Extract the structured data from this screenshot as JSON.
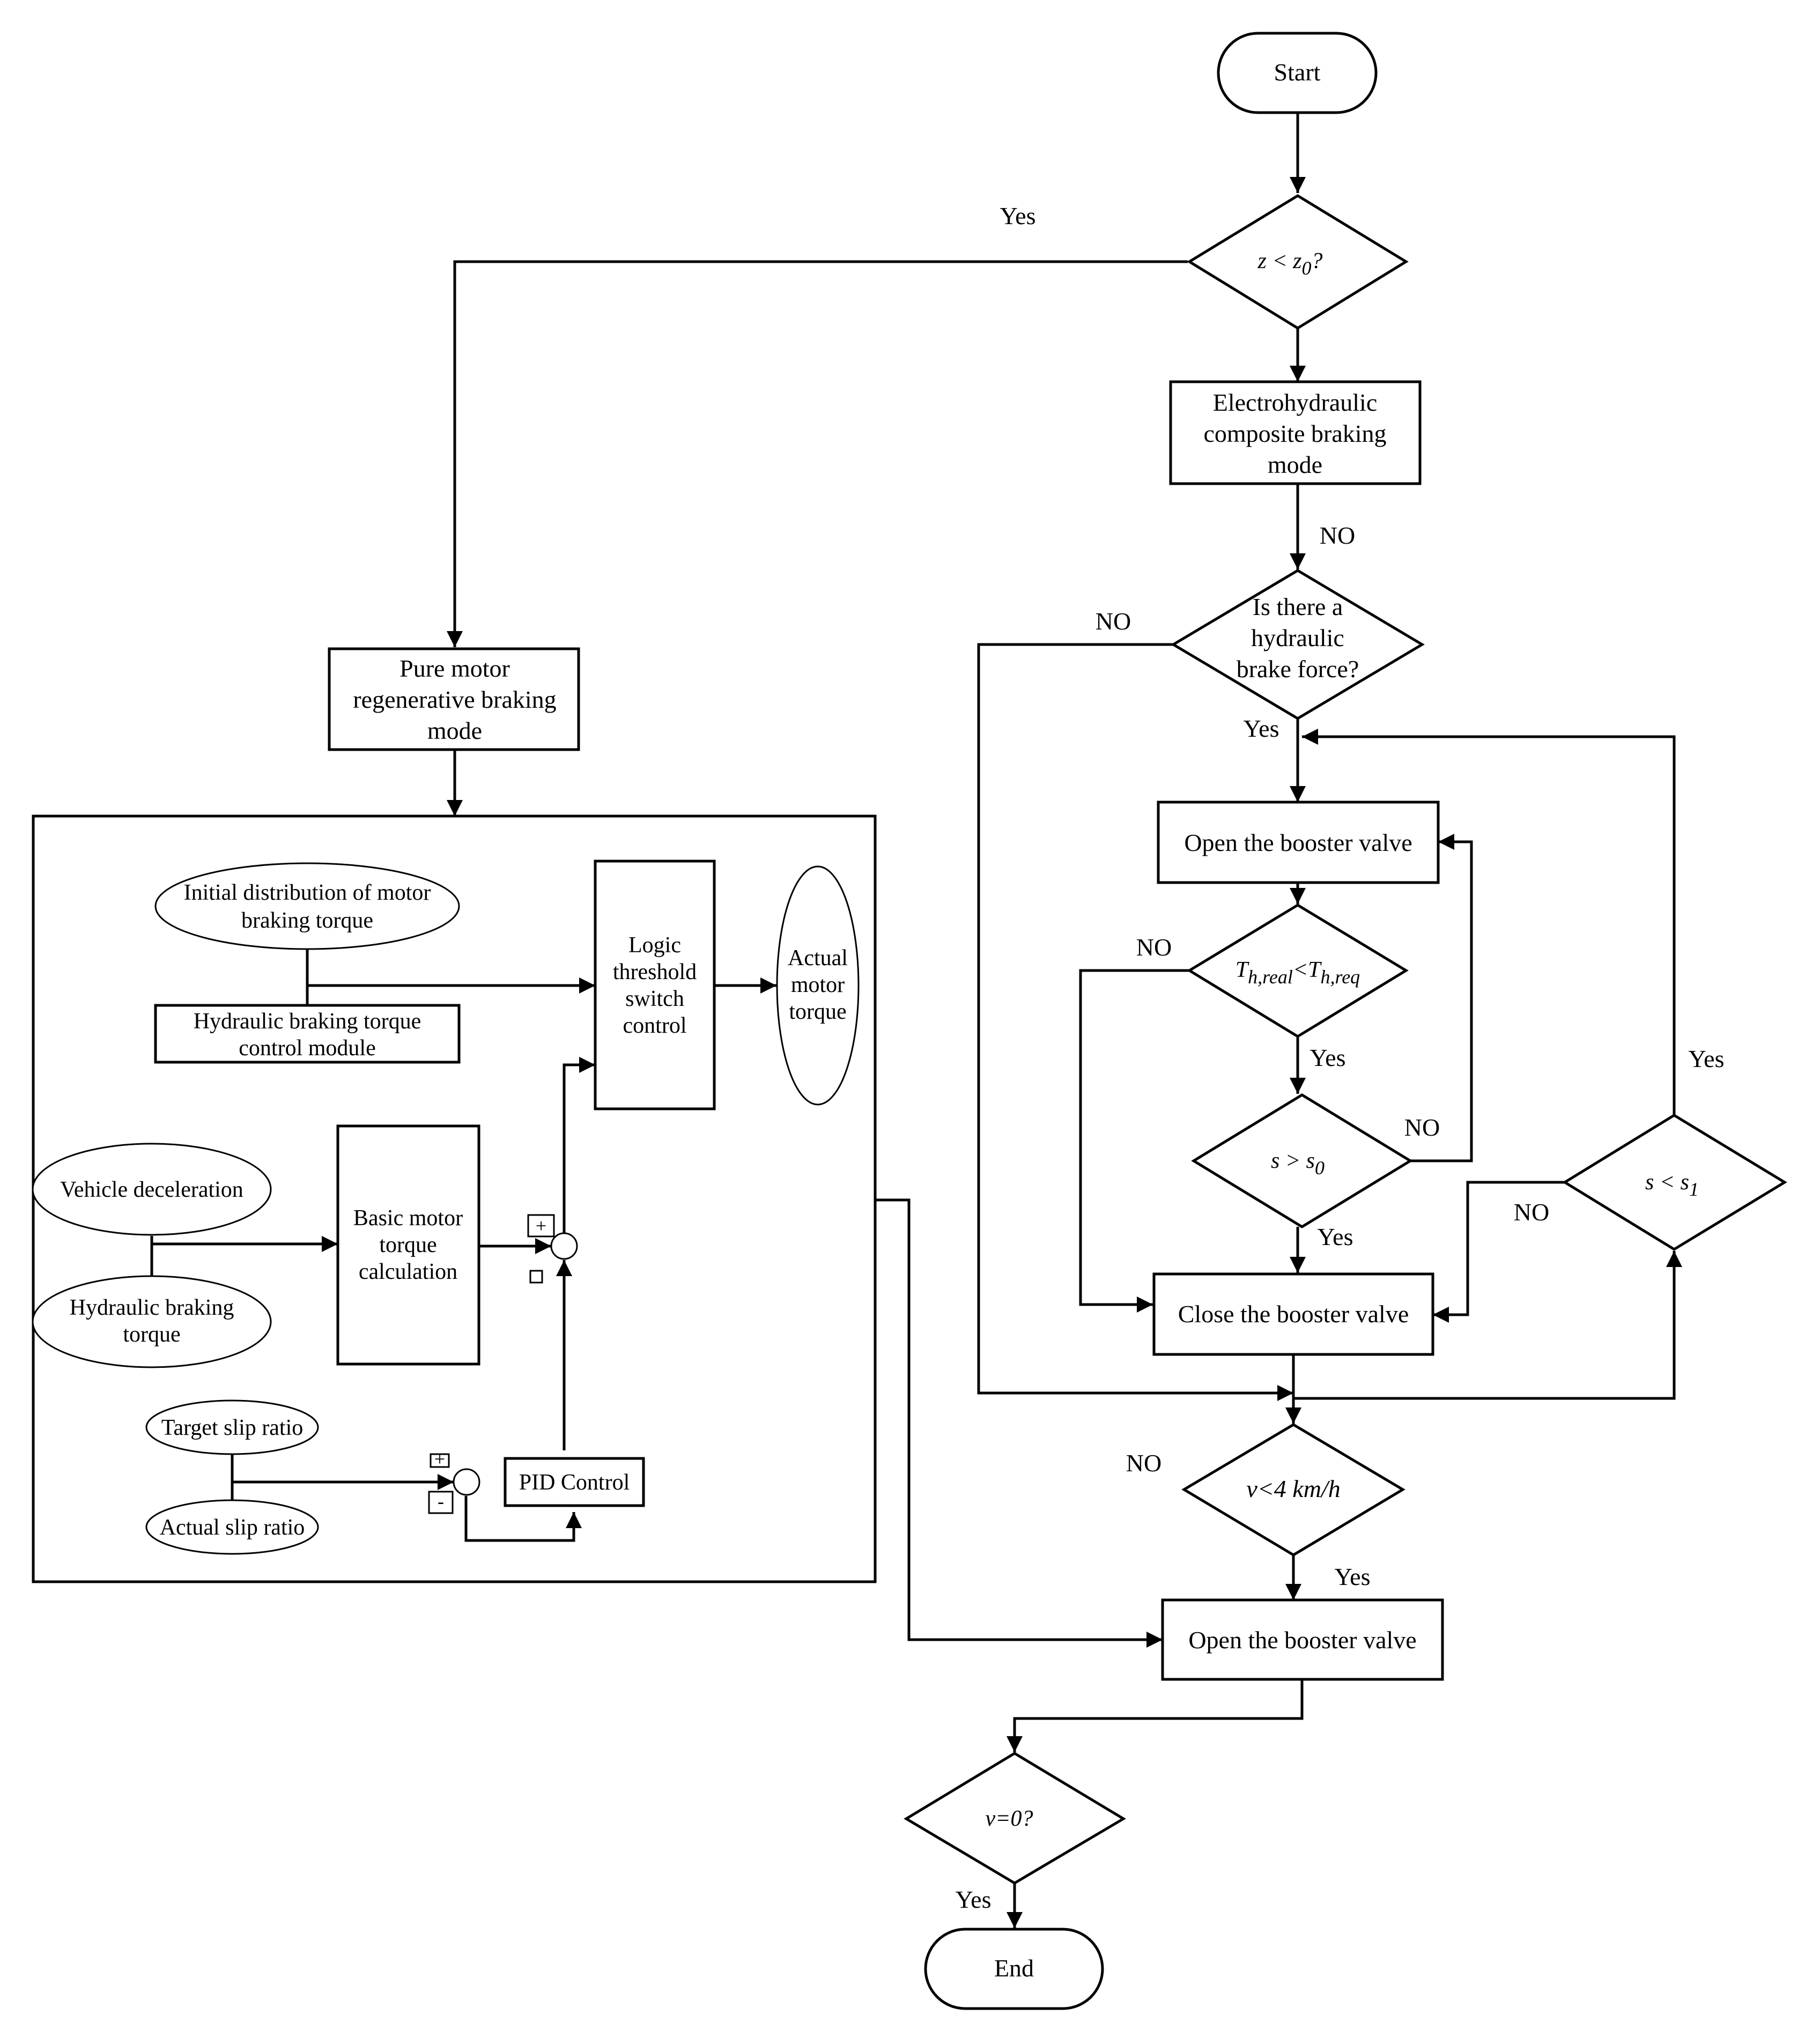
{
  "flowchart": {
    "start": "Start",
    "end": "End",
    "decision_z": {
      "main": "z < z",
      "sub": "0",
      "suffix": "?"
    },
    "ehc_mode": [
      "Electrohydraulic",
      "composite braking",
      "mode"
    ],
    "hydraulic_question": [
      "Is there a",
      "hydraulic",
      "brake force?"
    ],
    "pure_motor_mode": [
      "Pure motor",
      "regenerative braking",
      "mode"
    ],
    "open_valve_1": "Open the booster valve",
    "decision_torque": {
      "t1": "T",
      "t1_sub": "h,real",
      "op": "<",
      "t2": "T",
      "t2_sub": "h,req"
    },
    "decision_s0": {
      "main": "s > s",
      "sub": "0"
    },
    "decision_s1": {
      "main": "s < s",
      "sub": "1"
    },
    "close_valve": "Close the booster valve",
    "decision_speed": "v<4 km/h",
    "open_valve_2": "Open the booster valve",
    "decision_v0": "v=0?",
    "labels": {
      "yes_top": "Yes",
      "no_after_ehc": "NO",
      "no_hydraulic": "NO",
      "yes_hydraulic": "Yes",
      "no_torque": "NO",
      "yes_torque": "Yes",
      "no_s0": "NO",
      "yes_s0": "Yes",
      "yes_s1": "Yes",
      "no_s1": "NO",
      "no_speed": "NO",
      "yes_speed": "Yes",
      "yes_v0": "Yes"
    }
  },
  "control_module": {
    "initial_distribution": [
      "Initial distribution of motor",
      "braking torque"
    ],
    "hydraulic_control": [
      "Hydraulic braking torque",
      "control module"
    ],
    "logic_threshold": [
      "Logic",
      "threshold",
      "switch",
      "control"
    ],
    "actual_motor_torque": [
      "Actual",
      "motor",
      "torque"
    ],
    "vehicle_deceleration": "Vehicle deceleration",
    "hydraulic_braking_torque": [
      "Hydraulic braking",
      "torque"
    ],
    "basic_motor": [
      "Basic motor",
      "torque",
      "calculation"
    ],
    "target_slip": "Target slip ratio",
    "actual_slip": "Actual slip ratio",
    "pid": "PID Control",
    "plus": "+",
    "minus": "-"
  }
}
